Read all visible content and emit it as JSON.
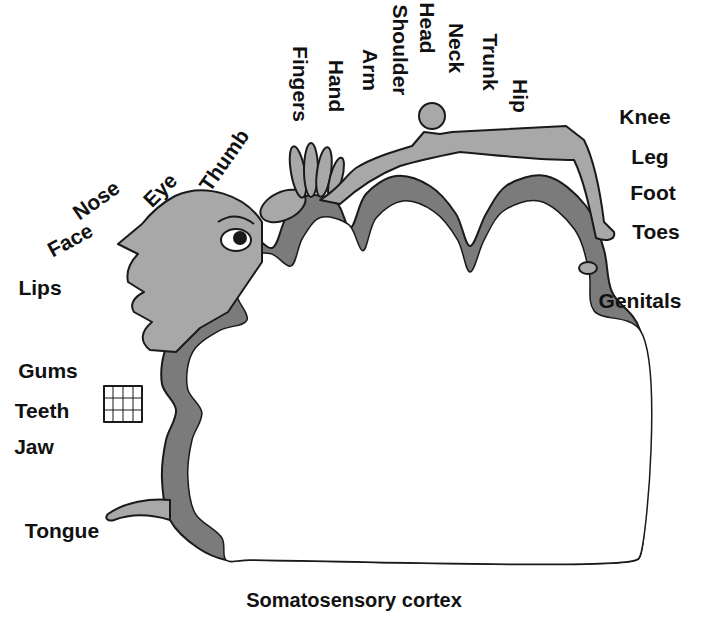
{
  "diagram": {
    "caption": "Somatosensory cortex",
    "labels": [
      "Thumb",
      "Eye",
      "Nose",
      "Face",
      "Lips",
      "Gums",
      "Teeth",
      "Jaw",
      "Tongue",
      "Fingers",
      "Hand",
      "Arm",
      "Shoulder",
      "Head",
      "Neck",
      "Trunk",
      "Hip",
      "Knee",
      "Leg",
      "Foot",
      "Toes",
      "Genitals"
    ]
  }
}
